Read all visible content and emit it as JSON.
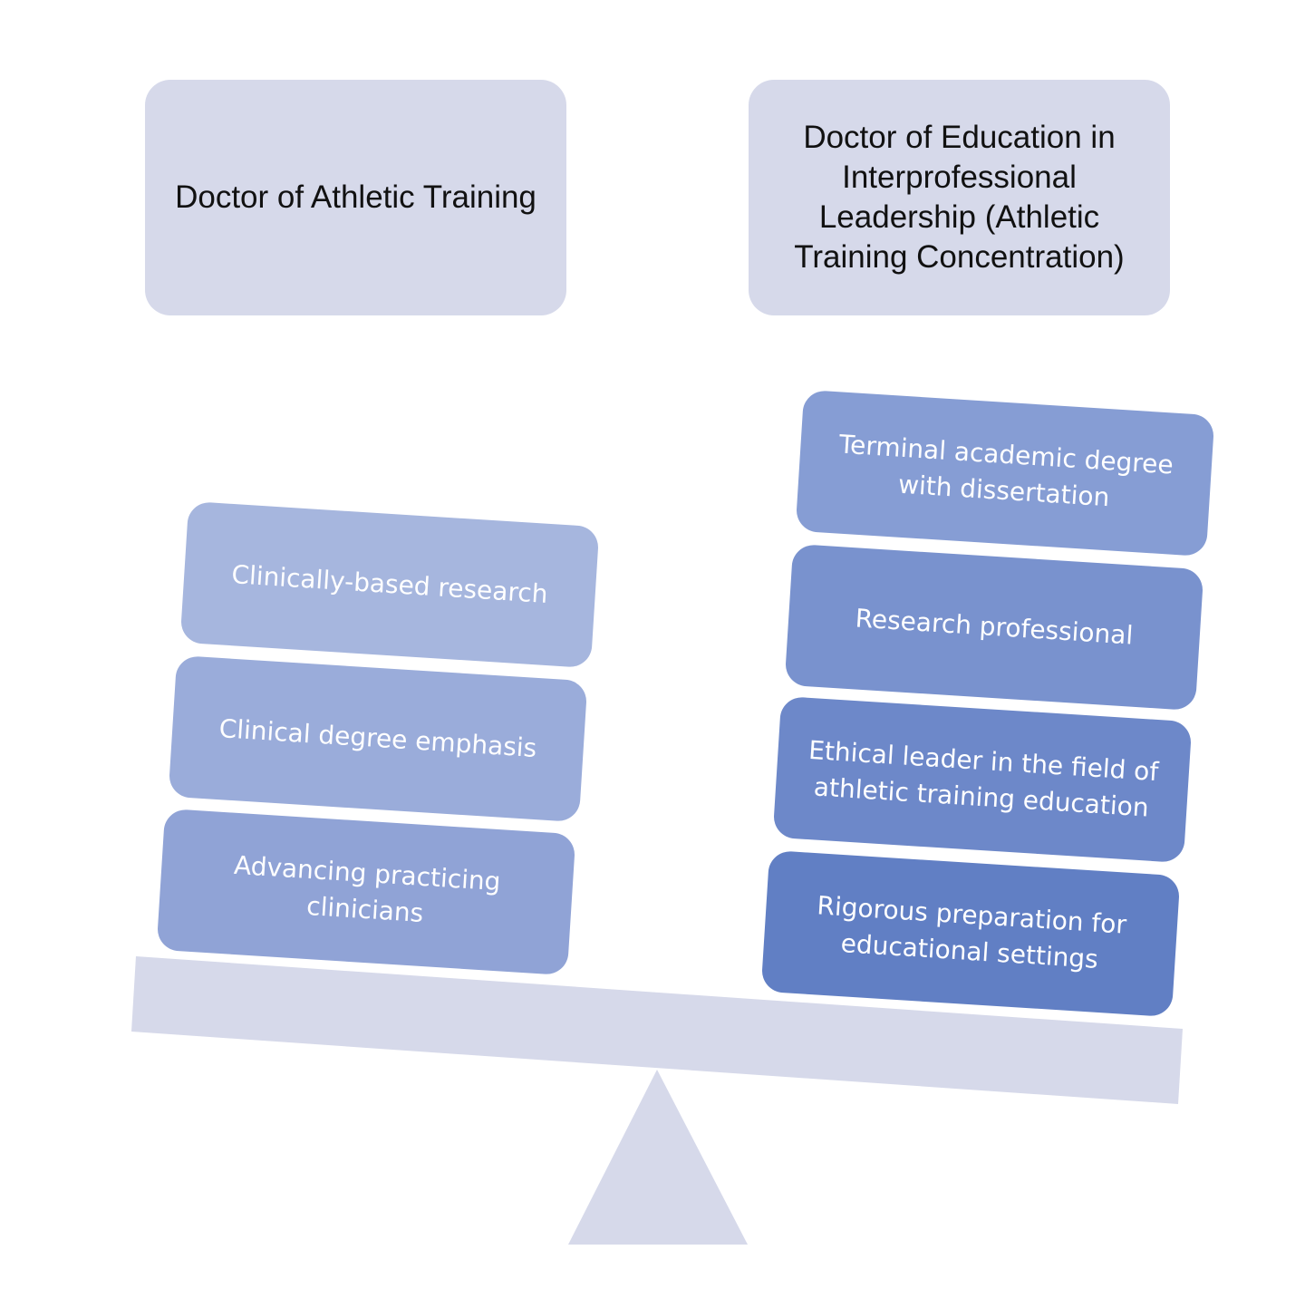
{
  "left": {
    "title": "Doctor of Athletic Training",
    "items": [
      "Clinically-based research",
      "Clinical degree emphasis",
      "Advancing practicing clinicians"
    ],
    "colors": [
      "#a6b6de",
      "#9aacda",
      "#90a3d6"
    ]
  },
  "right": {
    "title": "Doctor of Education in Interprofessional Leadership (Athletic Training Concentration)",
    "items": [
      "Terminal academic degree with dissertation",
      "Research professional",
      "Ethical leader in the field of athletic training education",
      "Rigorous preparation for educational settings"
    ],
    "colors": [
      "#869dd4",
      "#7992ce",
      "#6d88c9",
      "#617fc4"
    ]
  },
  "scale_color": "#d6d9ea"
}
